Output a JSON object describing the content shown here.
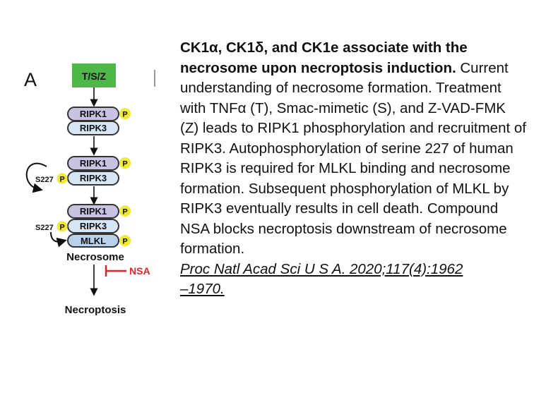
{
  "figure": {
    "panel_label": "A",
    "treatment_label": "T/S/Z",
    "complex1": {
      "top_label": "RIPK1",
      "bottom_label": "RIPK3",
      "phospho_label": "P"
    },
    "complex2": {
      "top_label": "RIPK1",
      "bottom_label": "RIPK3",
      "phospho_label": "P",
      "site_label": "S227",
      "site_phospho_label": "P"
    },
    "complex3": {
      "top_label": "RIPK1",
      "middle_label": "RIPK3",
      "bottom_label": "MLKL",
      "phospho_label": "P",
      "site_label": "S227",
      "site_phospho_label": "P",
      "mlkl_phospho_label": "P"
    },
    "necrosome_label": "Necrosome",
    "inhibitor_label": "NSA",
    "outcome_label": "Necroptosis",
    "colors": {
      "treatment_green": "#4db848",
      "ripk1_fill": "#c9c3e3",
      "ripk3_fill": "#d6e6f4",
      "mlkl_fill": "#b9d2ec",
      "phospho_yellow": "#f2ea2e",
      "inhibitor_red": "#e3252a",
      "outline": "#333333"
    }
  },
  "caption": {
    "title": "CK1α, CK1δ, and CK1e associate with the necrosome upon necroptosis induction.",
    "body": "Current understanding of necrosome formation. Treatment with TNFα (T), Smac-mimetic (S), and Z-VAD-FMK (Z) leads to RIPK1 phosphorylation and recruitment of RIPK3. Autophosphorylation of serine 227 of human RIPK3 is required for MLKL binding and necrosome formation. Subsequent phosphorylation of MLKL by RIPK3 eventually results in cell death. Compound NSA blocks necroptosis downstream of necrosome formation.",
    "citation": "Proc Natl Acad Sci U S A. 2020;117(4):1962",
    "citation_cont": "–1970. "
  }
}
